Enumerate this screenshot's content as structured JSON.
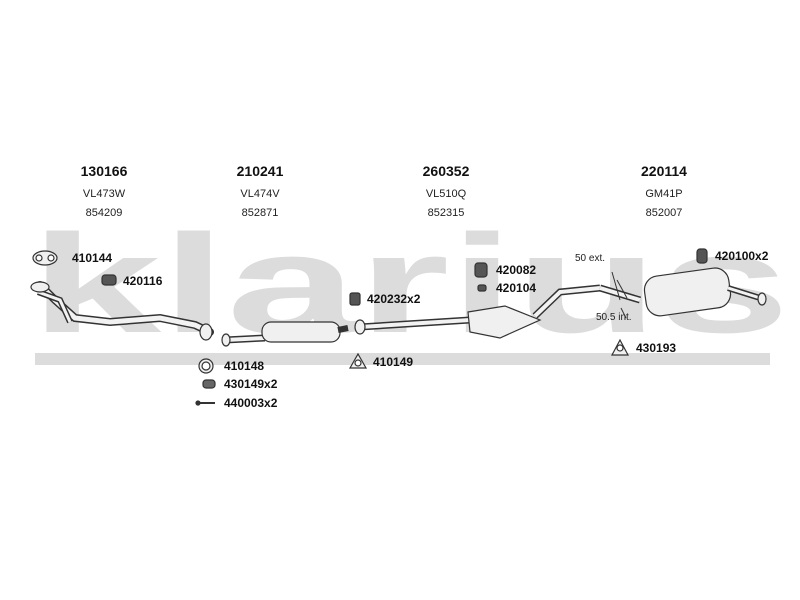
{
  "brand": {
    "watermark": "klarius"
  },
  "assemblies": [
    {
      "code": "130166",
      "model": "VL473W",
      "ref": "854209"
    },
    {
      "code": "210241",
      "model": "VL474V",
      "ref": "852871"
    },
    {
      "code": "260352",
      "model": "VL510Q",
      "ref": "852315"
    },
    {
      "code": "220114",
      "model": "GM41P",
      "ref": "852007"
    }
  ],
  "parts": {
    "p410144": "410144",
    "p420116": "420116",
    "p410148": "410148",
    "p430149": "430149x2",
    "p440003": "440003x2",
    "p420232": "420232x2",
    "p410149": "410149",
    "p420082": "420082",
    "p420104": "420104",
    "p420100": "420100x2",
    "p430193": "430193"
  },
  "notes": {
    "ext": "50 ext.",
    "int": "50.5 int."
  },
  "colors": {
    "watermark": "#d9d9d9",
    "line": "#444444",
    "part_fill": "#e8e8e8"
  }
}
